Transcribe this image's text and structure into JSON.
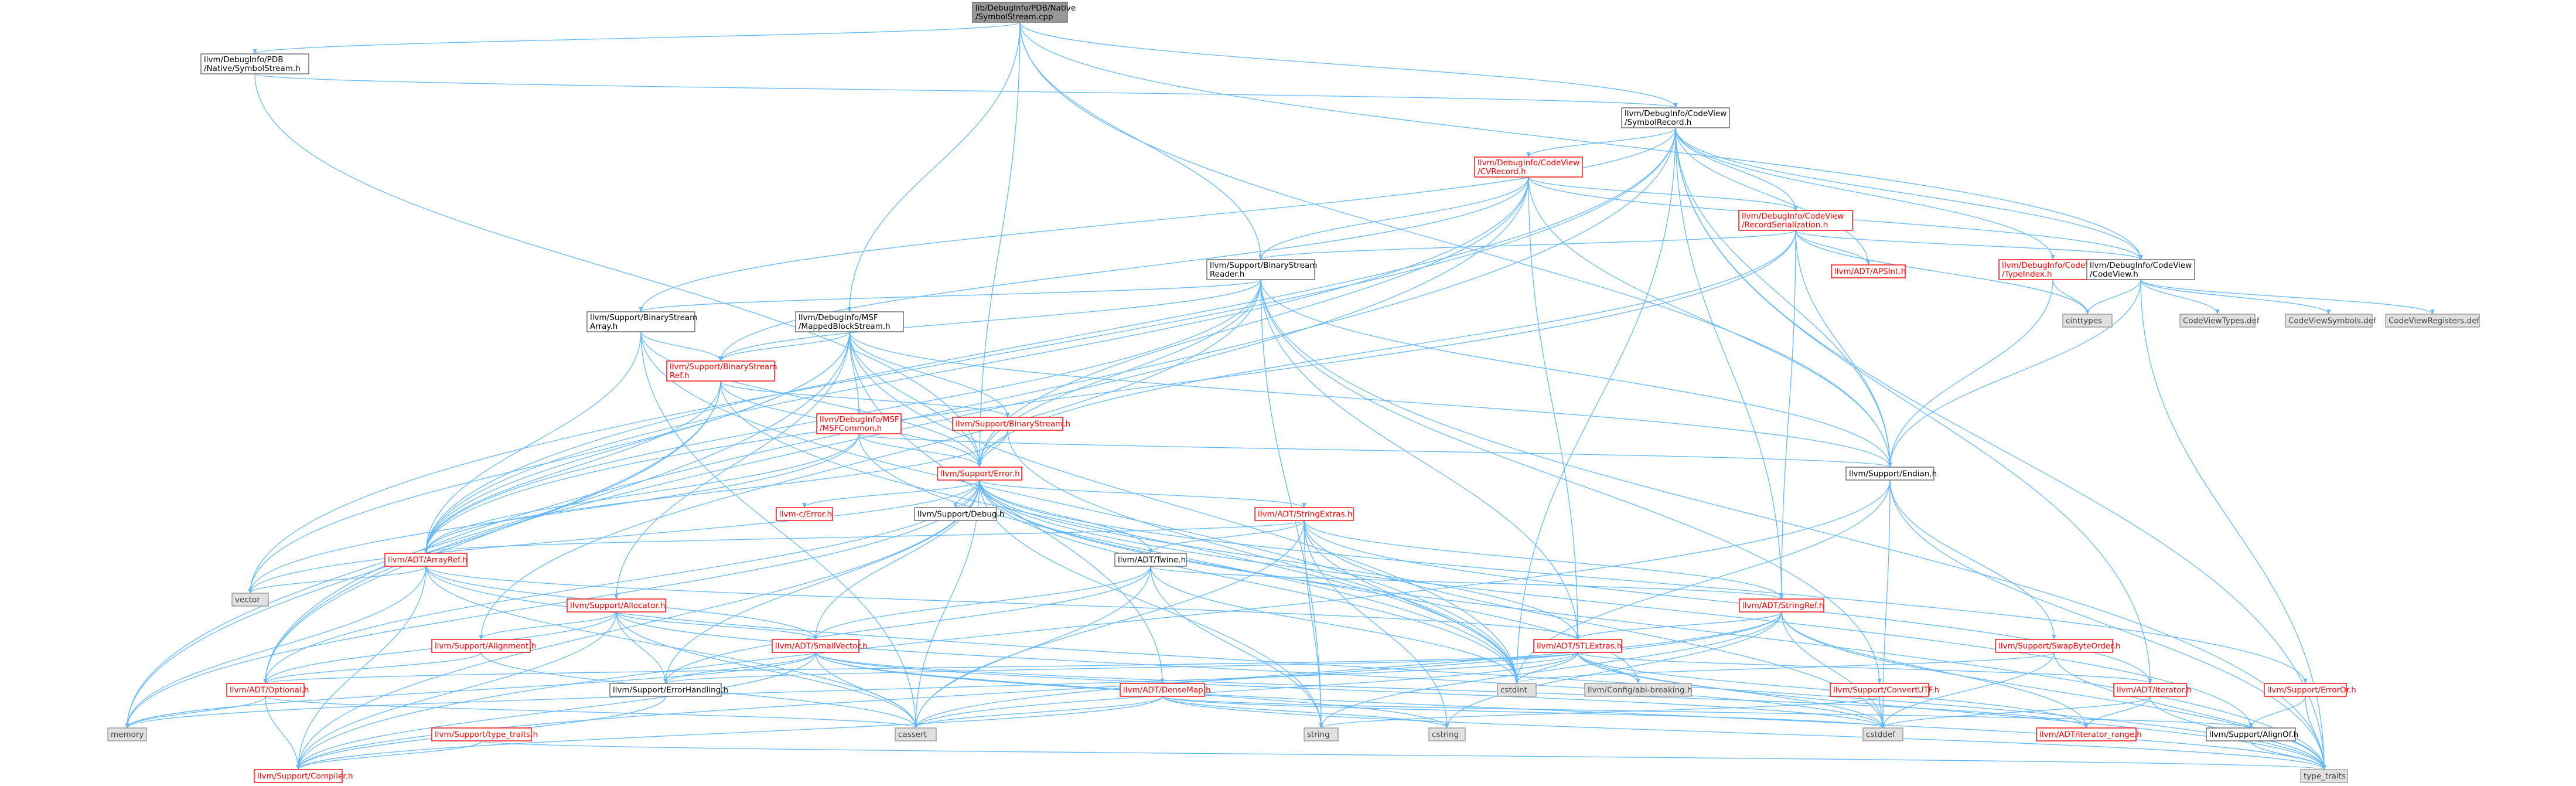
{
  "colors": {
    "edge": "#63b8ff",
    "red_node": "#ff0000",
    "sys_node_fill": "#e0e0e0",
    "focus_node_fill": "#999999"
  },
  "nodes": [
    {
      "id": "root",
      "lines": [
        "lib/DebugInfo/PDB/Native",
        "/SymbolStream.cpp"
      ],
      "kind": "focus"
    },
    {
      "id": "nss",
      "lines": [
        "llvm/DebugInfo/PDB",
        "/Native/SymbolStream.h"
      ],
      "kind": "normal"
    },
    {
      "id": "symrec",
      "lines": [
        "llvm/DebugInfo/CodeView",
        "/SymbolRecord.h"
      ],
      "kind": "normal"
    },
    {
      "id": "cvrec",
      "lines": [
        "llvm/DebugInfo/CodeView",
        "/CVRecord.h"
      ],
      "kind": "red"
    },
    {
      "id": "recser",
      "lines": [
        "llvm/DebugInfo/CodeView",
        "/RecordSerialization.h"
      ],
      "kind": "red"
    },
    {
      "id": "bsr",
      "lines": [
        "llvm/Support/BinaryStream",
        "Reader.h"
      ],
      "kind": "normal"
    },
    {
      "id": "apsint",
      "lines": [
        "llvm/ADT/APSInt.h"
      ],
      "kind": "red"
    },
    {
      "id": "typeindex",
      "lines": [
        "llvm/DebugInfo/CodeView",
        "/TypeIndex.h"
      ],
      "kind": "red"
    },
    {
      "id": "codeview",
      "lines": [
        "llvm/DebugInfo/CodeView",
        "/CodeView.h"
      ],
      "kind": "normal"
    },
    {
      "id": "bsa",
      "lines": [
        "llvm/Support/BinaryStream",
        "Array.h"
      ],
      "kind": "normal"
    },
    {
      "id": "mbs",
      "lines": [
        "llvm/DebugInfo/MSF",
        "/MappedBlockStream.h"
      ],
      "kind": "normal"
    },
    {
      "id": "cinttypes",
      "lines": [
        "cinttypes"
      ],
      "kind": "sys"
    },
    {
      "id": "cvtypes",
      "lines": [
        "CodeViewTypes.def"
      ],
      "kind": "sys"
    },
    {
      "id": "cvsymbols",
      "lines": [
        "CodeViewSymbols.def"
      ],
      "kind": "sys"
    },
    {
      "id": "cvregs",
      "lines": [
        "CodeViewRegisters.def"
      ],
      "kind": "sys"
    },
    {
      "id": "bsref",
      "lines": [
        "llvm/Support/BinaryStream",
        "Ref.h"
      ],
      "kind": "red"
    },
    {
      "id": "msfcommon",
      "lines": [
        "llvm/DebugInfo/MSF",
        "/MSFCommon.h"
      ],
      "kind": "red"
    },
    {
      "id": "bs",
      "lines": [
        "llvm/Support/BinaryStream.h"
      ],
      "kind": "red"
    },
    {
      "id": "error",
      "lines": [
        "llvm/Support/Error.h"
      ],
      "kind": "red"
    },
    {
      "id": "endian",
      "lines": [
        "llvm/Support/Endian.h"
      ],
      "kind": "normal"
    },
    {
      "id": "llvmcerror",
      "lines": [
        "llvm-c/Error.h"
      ],
      "kind": "red"
    },
    {
      "id": "debug",
      "lines": [
        "llvm/Support/Debug.h"
      ],
      "kind": "normal"
    },
    {
      "id": "strext",
      "lines": [
        "llvm/ADT/StringExtras.h"
      ],
      "kind": "red"
    },
    {
      "id": "arrayref",
      "lines": [
        "llvm/ADT/ArrayRef.h"
      ],
      "kind": "red"
    },
    {
      "id": "twine",
      "lines": [
        "llvm/ADT/Twine.h"
      ],
      "kind": "normal"
    },
    {
      "id": "vector",
      "lines": [
        "vector"
      ],
      "kind": "sys"
    },
    {
      "id": "allocator",
      "lines": [
        "llvm/Support/Allocator.h"
      ],
      "kind": "red"
    },
    {
      "id": "stringref",
      "lines": [
        "llvm/ADT/StringRef.h"
      ],
      "kind": "red"
    },
    {
      "id": "alignment",
      "lines": [
        "llvm/Support/Alignment.h"
      ],
      "kind": "red"
    },
    {
      "id": "smallvector",
      "lines": [
        "llvm/ADT/SmallVector.h"
      ],
      "kind": "red"
    },
    {
      "id": "stlextras",
      "lines": [
        "llvm/ADT/STLExtras.h"
      ],
      "kind": "red"
    },
    {
      "id": "swapbyte",
      "lines": [
        "llvm/Support/SwapByteOrder.h"
      ],
      "kind": "red"
    },
    {
      "id": "optional",
      "lines": [
        "llvm/ADT/Optional.h"
      ],
      "kind": "red"
    },
    {
      "id": "errhandling",
      "lines": [
        "llvm/Support/ErrorHandling.h"
      ],
      "kind": "normal"
    },
    {
      "id": "densemap",
      "lines": [
        "llvm/ADT/DenseMap.h"
      ],
      "kind": "red"
    },
    {
      "id": "cstdint",
      "lines": [
        "cstdint"
      ],
      "kind": "sys"
    },
    {
      "id": "abibreak",
      "lines": [
        "llvm/Config/abi-breaking.h"
      ],
      "kind": "sys"
    },
    {
      "id": "convutf",
      "lines": [
        "llvm/Support/ConvertUTF.h"
      ],
      "kind": "red"
    },
    {
      "id": "iterator",
      "lines": [
        "llvm/ADT/iterator.h"
      ],
      "kind": "red"
    },
    {
      "id": "erroror",
      "lines": [
        "llvm/Support/ErrorOr.h"
      ],
      "kind": "red"
    },
    {
      "id": "memory",
      "lines": [
        "memory"
      ],
      "kind": "sys"
    },
    {
      "id": "typetraits_s",
      "lines": [
        "llvm/Support/type_traits.h"
      ],
      "kind": "red"
    },
    {
      "id": "cassert",
      "lines": [
        "cassert"
      ],
      "kind": "sys"
    },
    {
      "id": "string",
      "lines": [
        "string"
      ],
      "kind": "sys"
    },
    {
      "id": "cstring",
      "lines": [
        "cstring"
      ],
      "kind": "sys"
    },
    {
      "id": "cstddef",
      "lines": [
        "cstddef"
      ],
      "kind": "sys"
    },
    {
      "id": "iterrange",
      "lines": [
        "llvm/ADT/iterator_range.h"
      ],
      "kind": "red"
    },
    {
      "id": "alignof",
      "lines": [
        "llvm/Support/AlignOf.h"
      ],
      "kind": "normal"
    },
    {
      "id": "compiler",
      "lines": [
        "llvm/Support/Compiler.h"
      ],
      "kind": "red"
    },
    {
      "id": "type_traits",
      "lines": [
        "type_traits"
      ],
      "kind": "sys"
    }
  ],
  "edges": [
    [
      "root",
      "nss"
    ],
    [
      "root",
      "symrec"
    ],
    [
      "root",
      "bsr"
    ],
    [
      "root",
      "mbs"
    ],
    [
      "root",
      "codeview"
    ],
    [
      "root",
      "endian"
    ],
    [
      "root",
      "error"
    ],
    [
      "nss",
      "symrec"
    ],
    [
      "nss",
      "error"
    ],
    [
      "symrec",
      "cvrec"
    ],
    [
      "symrec",
      "recser"
    ],
    [
      "symrec",
      "apsint"
    ],
    [
      "symrec",
      "typeindex"
    ],
    [
      "symrec",
      "codeview"
    ],
    [
      "symrec",
      "bsa"
    ],
    [
      "symrec",
      "endian"
    ],
    [
      "symrec",
      "stringref"
    ],
    [
      "symrec",
      "arrayref"
    ],
    [
      "symrec",
      "optional"
    ],
    [
      "symrec",
      "cstdint"
    ],
    [
      "symrec",
      "vector"
    ],
    [
      "symrec",
      "type_traits"
    ],
    [
      "symrec",
      "iterator"
    ],
    [
      "cvrec",
      "recser"
    ],
    [
      "cvrec",
      "bsr"
    ],
    [
      "cvrec",
      "bsref"
    ],
    [
      "cvrec",
      "codeview"
    ],
    [
      "cvrec",
      "error"
    ],
    [
      "cvrec",
      "optional"
    ],
    [
      "cvrec",
      "endian"
    ],
    [
      "cvrec",
      "arrayref"
    ],
    [
      "cvrec",
      "stlextras"
    ],
    [
      "recser",
      "bsr"
    ],
    [
      "recser",
      "apsint"
    ],
    [
      "recser",
      "codeview"
    ],
    [
      "recser",
      "endian"
    ],
    [
      "recser",
      "error"
    ],
    [
      "recser",
      "stringref"
    ],
    [
      "recser",
      "arrayref"
    ],
    [
      "recser",
      "cinttypes"
    ],
    [
      "typeindex",
      "cinttypes"
    ],
    [
      "typeindex",
      "endian"
    ],
    [
      "codeview",
      "cvtypes"
    ],
    [
      "codeview",
      "cvsymbols"
    ],
    [
      "codeview",
      "cvregs"
    ],
    [
      "codeview",
      "cinttypes"
    ],
    [
      "codeview",
      "endian"
    ],
    [
      "codeview",
      "type_traits"
    ],
    [
      "bsr",
      "bsa"
    ],
    [
      "bsr",
      "bsref"
    ],
    [
      "bsr",
      "endian"
    ],
    [
      "bsr",
      "error"
    ],
    [
      "bsr",
      "convutf"
    ],
    [
      "bsr",
      "stlextras"
    ],
    [
      "bsr",
      "alignment"
    ],
    [
      "bsr",
      "arrayref"
    ],
    [
      "bsr",
      "string"
    ],
    [
      "bsr",
      "type_traits"
    ],
    [
      "bsa",
      "bsref"
    ],
    [
      "bsa",
      "error"
    ],
    [
      "bsa",
      "arrayref"
    ],
    [
      "bsa",
      "cassert"
    ],
    [
      "bsa",
      "cstdint"
    ],
    [
      "mbs",
      "bsref"
    ],
    [
      "mbs",
      "msfcommon"
    ],
    [
      "mbs",
      "bs"
    ],
    [
      "mbs",
      "error"
    ],
    [
      "mbs",
      "allocator"
    ],
    [
      "mbs",
      "densemap"
    ],
    [
      "mbs",
      "arrayref"
    ],
    [
      "mbs",
      "endian"
    ],
    [
      "mbs",
      "memory"
    ],
    [
      "mbs",
      "cstdint"
    ],
    [
      "mbs",
      "vector"
    ],
    [
      "bsref",
      "bs"
    ],
    [
      "bsref",
      "error"
    ],
    [
      "bsref",
      "arrayref"
    ],
    [
      "bsref",
      "optional"
    ],
    [
      "bsref",
      "memory"
    ],
    [
      "bsref",
      "cstdint"
    ],
    [
      "msfcommon",
      "error"
    ],
    [
      "msfcommon",
      "endian"
    ],
    [
      "msfcommon",
      "arrayref"
    ],
    [
      "msfcommon",
      "cstdint"
    ],
    [
      "msfcommon",
      "vector"
    ],
    [
      "bs",
      "error"
    ],
    [
      "bs",
      "arrayref"
    ],
    [
      "bs",
      "cstdint"
    ],
    [
      "error",
      "llvmcerror"
    ],
    [
      "error",
      "debug"
    ],
    [
      "error",
      "strext"
    ],
    [
      "error",
      "twine"
    ],
    [
      "error",
      "stlextras"
    ],
    [
      "error",
      "smallvector"
    ],
    [
      "error",
      "errhandling"
    ],
    [
      "error",
      "erroror"
    ],
    [
      "error",
      "abibreak"
    ],
    [
      "error",
      "alignof"
    ],
    [
      "error",
      "compiler"
    ],
    [
      "error",
      "type_traits"
    ],
    [
      "error",
      "cassert"
    ],
    [
      "error",
      "cstdint"
    ],
    [
      "error",
      "memory"
    ],
    [
      "error",
      "string"
    ],
    [
      "error",
      "vector"
    ],
    [
      "error",
      "optional"
    ],
    [
      "endian",
      "swapbyte"
    ],
    [
      "endian",
      "compiler"
    ],
    [
      "endian",
      "cstddef"
    ],
    [
      "endian",
      "cstdint"
    ],
    [
      "endian",
      "type_traits"
    ],
    [
      "strext",
      "arrayref"
    ],
    [
      "strext",
      "stringref"
    ],
    [
      "strext",
      "twine"
    ],
    [
      "strext",
      "iterator"
    ],
    [
      "strext",
      "cassert"
    ],
    [
      "strext",
      "cstddef"
    ],
    [
      "strext",
      "cstdint"
    ],
    [
      "strext",
      "cstring"
    ],
    [
      "strext",
      "string"
    ],
    [
      "arrayref",
      "smallvector"
    ],
    [
      "arrayref",
      "stlextras"
    ],
    [
      "arrayref",
      "compiler"
    ],
    [
      "arrayref",
      "vector"
    ],
    [
      "arrayref",
      "memory"
    ],
    [
      "arrayref",
      "type_traits"
    ],
    [
      "arrayref",
      "cassert"
    ],
    [
      "twine",
      "smallvector"
    ],
    [
      "twine",
      "stringref"
    ],
    [
      "twine",
      "errhandling"
    ],
    [
      "twine",
      "cassert"
    ],
    [
      "twine",
      "cstdint"
    ],
    [
      "twine",
      "string"
    ],
    [
      "allocator",
      "alignment"
    ],
    [
      "allocator",
      "smallvector"
    ],
    [
      "allocator",
      "compiler"
    ],
    [
      "allocator",
      "errhandling"
    ],
    [
      "allocator",
      "cassert"
    ],
    [
      "allocator",
      "cstddef"
    ],
    [
      "allocator",
      "optional"
    ],
    [
      "stringref",
      "stlextras"
    ],
    [
      "stringref",
      "iterrange"
    ],
    [
      "stringref",
      "compiler"
    ],
    [
      "stringref",
      "cassert"
    ],
    [
      "stringref",
      "cstddef"
    ],
    [
      "stringref",
      "cstring"
    ],
    [
      "stringref",
      "string"
    ],
    [
      "stringref",
      "type_traits"
    ],
    [
      "alignment",
      "optional"
    ],
    [
      "alignment",
      "cassert"
    ],
    [
      "smallvector",
      "compiler"
    ],
    [
      "smallvector",
      "type_traits_s"
    ],
    [
      "smallvector",
      "cassert"
    ],
    [
      "smallvector",
      "cstddef"
    ],
    [
      "smallvector",
      "cstring"
    ],
    [
      "smallvector",
      "memory"
    ],
    [
      "smallvector",
      "iterrange"
    ],
    [
      "smallvector",
      "type_traits"
    ],
    [
      "smallvector",
      "errhandling"
    ],
    [
      "stlextras",
      "optional"
    ],
    [
      "stlextras",
      "iterator"
    ],
    [
      "stlextras",
      "iterrange"
    ],
    [
      "stlextras",
      "abibreak"
    ],
    [
      "stlextras",
      "errhandling"
    ],
    [
      "stlextras",
      "cassert"
    ],
    [
      "stlextras",
      "cstddef"
    ],
    [
      "stlextras",
      "cstdint"
    ],
    [
      "stlextras",
      "type_traits"
    ],
    [
      "stlextras",
      "memory"
    ],
    [
      "swapbyte",
      "cstddef"
    ],
    [
      "swapbyte",
      "cstdint"
    ],
    [
      "swapbyte",
      "type_traits"
    ],
    [
      "optional",
      "compiler"
    ],
    [
      "optional",
      "type_traits_s"
    ],
    [
      "optional",
      "cassert"
    ],
    [
      "optional",
      "memory"
    ],
    [
      "errhandling",
      "compiler"
    ],
    [
      "densemap",
      "compiler"
    ],
    [
      "densemap",
      "alignof"
    ],
    [
      "densemap",
      "cassert"
    ],
    [
      "densemap",
      "cstddef"
    ],
    [
      "densemap",
      "cstring"
    ],
    [
      "densemap",
      "type_traits"
    ],
    [
      "convutf",
      "cstddef"
    ],
    [
      "convutf",
      "string"
    ],
    [
      "iterator",
      "iterrange"
    ],
    [
      "iterator",
      "cstddef"
    ],
    [
      "iterator",
      "type_traits"
    ],
    [
      "erroror",
      "alignof"
    ],
    [
      "erroror",
      "type_traits"
    ],
    [
      "typetraits_s",
      "compiler"
    ],
    [
      "typetraits_s",
      "type_traits"
    ],
    [
      "alignof",
      "type_traits"
    ]
  ]
}
